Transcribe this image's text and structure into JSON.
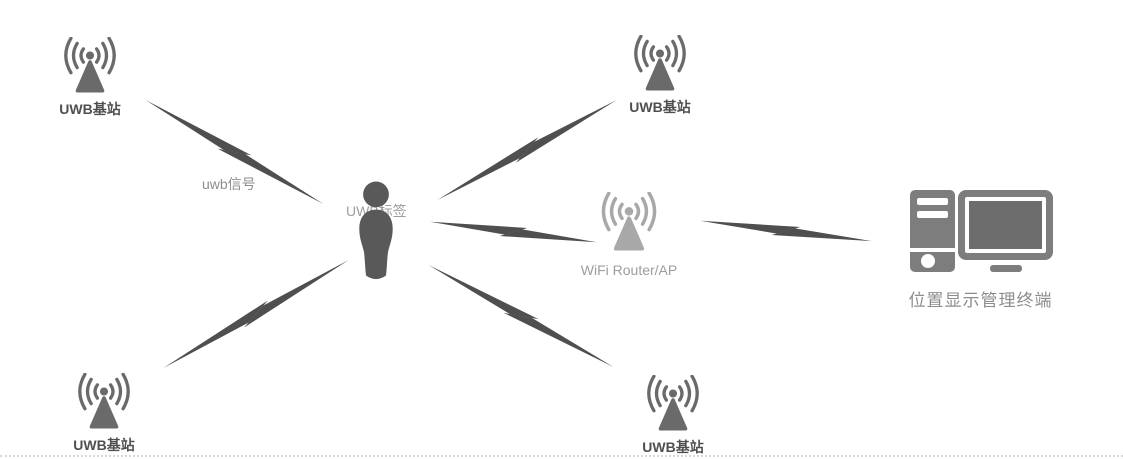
{
  "diagram": {
    "type": "network-topology",
    "nodes": [
      {
        "id": "uwb-station-tl",
        "kind": "uwb-base-station",
        "label": "UWB基站"
      },
      {
        "id": "uwb-station-tr",
        "kind": "uwb-base-station",
        "label": "UWB基站"
      },
      {
        "id": "uwb-station-bl",
        "kind": "uwb-base-station",
        "label": "UWB基站"
      },
      {
        "id": "uwb-station-br",
        "kind": "uwb-base-station",
        "label": "UWB基站"
      },
      {
        "id": "uwb-tag",
        "kind": "person",
        "label": "UWB标签"
      },
      {
        "id": "wifi-router",
        "kind": "wifi-access-point",
        "label": "WiFi Router/AP"
      },
      {
        "id": "terminal",
        "kind": "desktop-computer",
        "label": "位置显示管理终端"
      }
    ],
    "edges": [
      {
        "id": "tl-to-tag",
        "from": "uwb-station-tl",
        "to": "uwb-tag",
        "label": "uwb信号"
      },
      {
        "id": "tag-to-tr",
        "from": "uwb-tag",
        "to": "uwb-station-tr",
        "label": ""
      },
      {
        "id": "tag-to-wifi",
        "from": "uwb-tag",
        "to": "wifi-router",
        "label": ""
      },
      {
        "id": "bl-to-tag",
        "from": "uwb-station-bl",
        "to": "uwb-tag",
        "label": ""
      },
      {
        "id": "tag-to-br",
        "from": "uwb-tag",
        "to": "uwb-station-br",
        "label": ""
      },
      {
        "id": "wifi-to-terminal",
        "from": "wifi-router",
        "to": "terminal",
        "label": ""
      }
    ],
    "colors": {
      "station": "#6a6a6a",
      "wifi": "#a8a8a8",
      "person": "#595959",
      "bolt": "#4f4f4f",
      "terminal": "#7d7d7d",
      "screen": "#6d6d6d",
      "station-label": "#4f4f4f",
      "muted-label": "#9d9d9d",
      "signal-label": "#8d8d8d",
      "terminal-label": "#8d8d8d"
    }
  }
}
